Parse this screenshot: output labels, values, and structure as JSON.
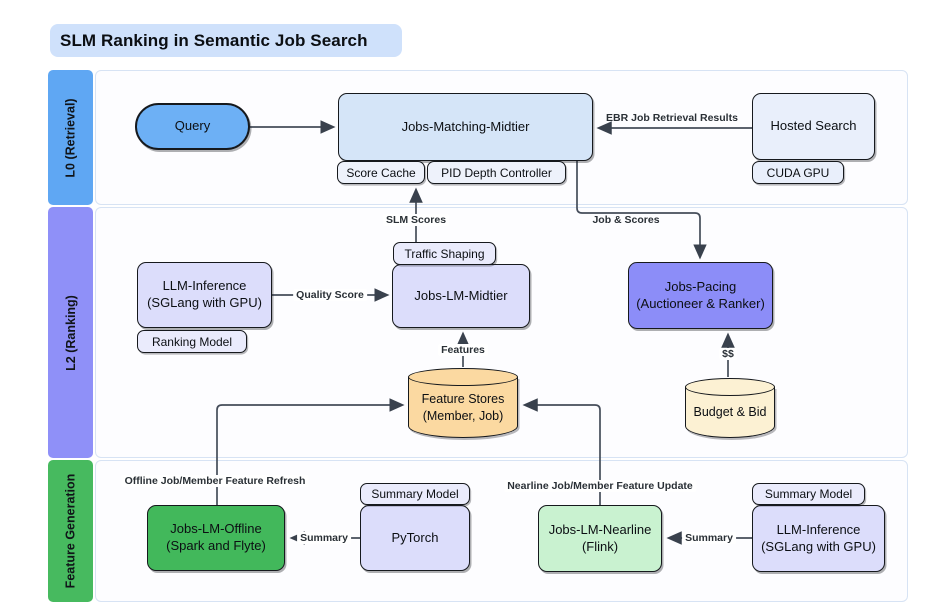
{
  "title": "SLM Ranking in Semantic Job Search",
  "lanes": {
    "l0": {
      "label": "L0 (Retrieval)"
    },
    "l2": {
      "label": "L2 (Ranking)"
    },
    "fg": {
      "label": "Feature Generation"
    }
  },
  "nodes": {
    "query": {
      "label": "Query"
    },
    "jobs_matching_midtier": {
      "label": "Jobs-Matching-Midtier"
    },
    "score_cache": {
      "label": "Score Cache"
    },
    "pid_depth_controller": {
      "label": "PID Depth Controller"
    },
    "hosted_search": {
      "label": "Hosted Search"
    },
    "cuda_gpu": {
      "label": "CUDA GPU"
    },
    "llm_inference_ranking": {
      "line1": "LLM-Inference",
      "line2": "(SGLang with GPU)"
    },
    "ranking_model": {
      "label": "Ranking Model"
    },
    "traffic_shaping": {
      "label": "Traffic Shaping"
    },
    "jobs_lm_midtier": {
      "label": "Jobs-LM-Midtier"
    },
    "jobs_pacing": {
      "line1": "Jobs-Pacing",
      "line2": "(Auctioneer & Ranker)"
    },
    "feature_stores": {
      "line1": "Feature Stores",
      "line2": "(Member, Job)"
    },
    "budget_bid": {
      "label": "Budget & Bid"
    },
    "jobs_lm_offline": {
      "line1": "Jobs-LM-Offline",
      "line2": "(Spark and Flyte)"
    },
    "summary_model_offline": {
      "label": "Summary Model"
    },
    "pytorch": {
      "label": "PyTorch"
    },
    "jobs_lm_nearline": {
      "line1": "Jobs-LM-Nearline",
      "line2": "(Flink)"
    },
    "summary_model_nearline": {
      "label": "Summary Model"
    },
    "llm_inference_feature": {
      "line1": "LLM-Inference",
      "line2": "(SGLang with GPU)"
    }
  },
  "edges": {
    "ebr_results": {
      "label": "EBR Job Retrieval Results"
    },
    "slm_scores": {
      "label": "SLM Scores"
    },
    "job_and_scores": {
      "label": "Job & Scores"
    },
    "quality_score": {
      "label": "Quality Score"
    },
    "features": {
      "label": "Features"
    },
    "budget_dollars": {
      "label": "$$"
    },
    "offline_refresh": {
      "label": "Offline Job/Member Feature Refresh"
    },
    "nearline_update": {
      "label": "Nearline Job/Member Feature Update"
    },
    "summary_offline": {
      "label": "Summary"
    },
    "summary_nearline": {
      "label": "Summary"
    }
  },
  "colors": {
    "title_bg": "#cfe1fb",
    "lane_l0": "#5fa7f3",
    "lane_l2": "#8f90f8",
    "lane_fg": "#47ba5f",
    "lane_body_bg": "#fdfdff",
    "lane_body_border": "#d7e3f4",
    "border": "#16191d",
    "arrow": "#454d5a",
    "node_blue_strong": "#6db0f5",
    "node_blue": "#d5e5f8",
    "node_blue_pale": "#e9effb",
    "badge_blue": "#eef2fb",
    "node_lavender": "#dcddfb",
    "badge_lavender": "#eaebfc",
    "node_purple": "#8c8df8",
    "cyl_orange": "#fbd9a1",
    "cyl_cream": "#fcf1d3",
    "node_green": "#42b85b",
    "node_green_light": "#c9f2d0"
  }
}
